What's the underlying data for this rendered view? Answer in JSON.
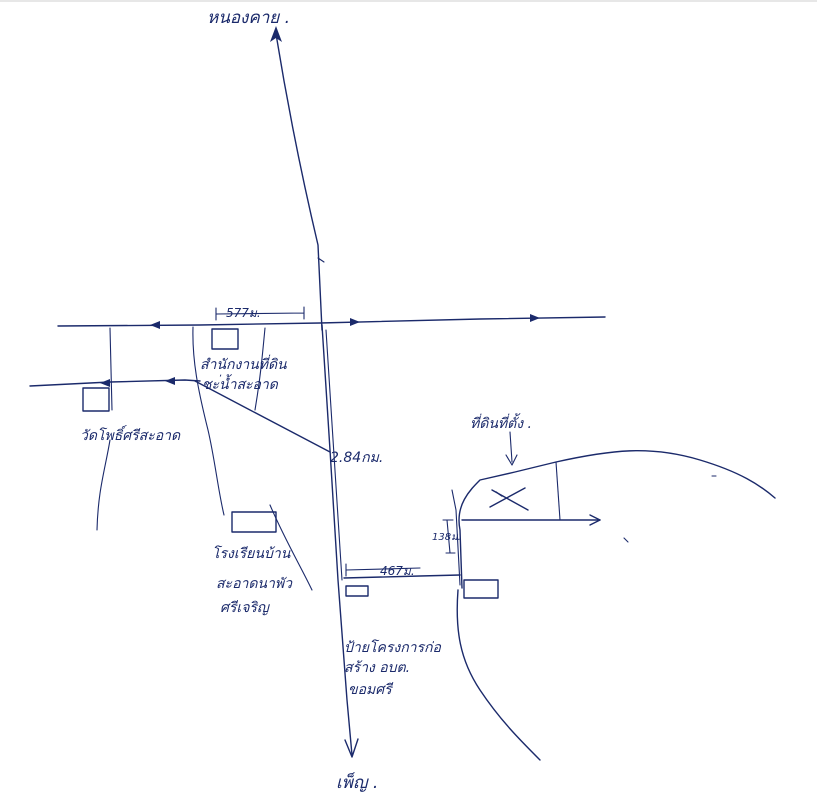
{
  "map": {
    "ink_color": "#1b2a6b",
    "directions": {
      "north": "หนองคาย .",
      "south": "เพ็ญ ."
    },
    "distances": {
      "top_segment": "577ม.",
      "highway_point": "2.84กม.",
      "lower_segment": "467ม.",
      "short_vertical": "138ม."
    },
    "places": {
      "land_office": [
        "สำนักงานที่ดิน",
        "ชะ่น้ำสะอาด"
      ],
      "temple": "วัดโพธิ์ศรีสะอาด",
      "school": [
        "โรงเรียนบ้าน",
        "สะอาดนาพัว",
        "ศรีเจริญ"
      ],
      "bus_stop": [
        "ป้ายโครงการก่อ",
        "สร้าง อบต.",
        "ขอมศรี"
      ],
      "target_land": "ที่ดินที่ตั้ง ."
    }
  }
}
